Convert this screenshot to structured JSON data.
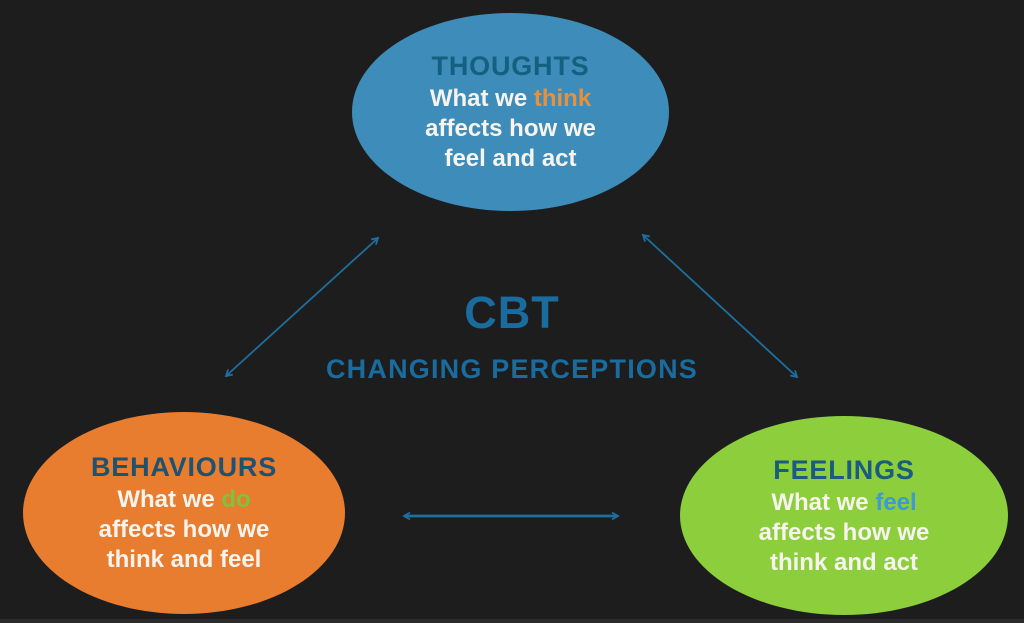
{
  "canvas": {
    "background": "#1D1D1E"
  },
  "center": {
    "title": "CBT",
    "subtitle": "CHANGING PERCEPTIONS",
    "text_color": "#1A6B9E"
  },
  "nodes": {
    "thoughts": {
      "heading": "THOUGHTS",
      "heading_color": "#15607E",
      "fill": "#3E8CBA",
      "body_prefix": "What we ",
      "keyword": "think",
      "keyword_color": "#E8913C",
      "line2": "affects how we",
      "line3": "feel and act",
      "body_color": "#F7F4EE"
    },
    "behaviours": {
      "heading": "BEHAVIOURS",
      "heading_color": "#1C5272",
      "fill": "#E87C2F",
      "body_prefix": "What we ",
      "keyword": "do",
      "keyword_color": "#7DC33D",
      "line2": "affects how we",
      "line3": "think and feel",
      "body_color": "#F7F4EE"
    },
    "feelings": {
      "heading": "FEELINGS",
      "heading_color": "#1A5B80",
      "fill": "#8CCE3C",
      "body_prefix": "What we ",
      "keyword": "feel",
      "keyword_color": "#3E9AD1",
      "line2": "affects how we",
      "line3": "think and act",
      "body_color": "#F7F4EE"
    }
  },
  "arrows": {
    "color": "#1E6E9E",
    "links": [
      {
        "from": "behaviours",
        "to": "thoughts",
        "bidirectional": true
      },
      {
        "from": "thoughts",
        "to": "feelings",
        "bidirectional": true
      },
      {
        "from": "behaviours",
        "to": "feelings",
        "bidirectional": true
      }
    ]
  }
}
